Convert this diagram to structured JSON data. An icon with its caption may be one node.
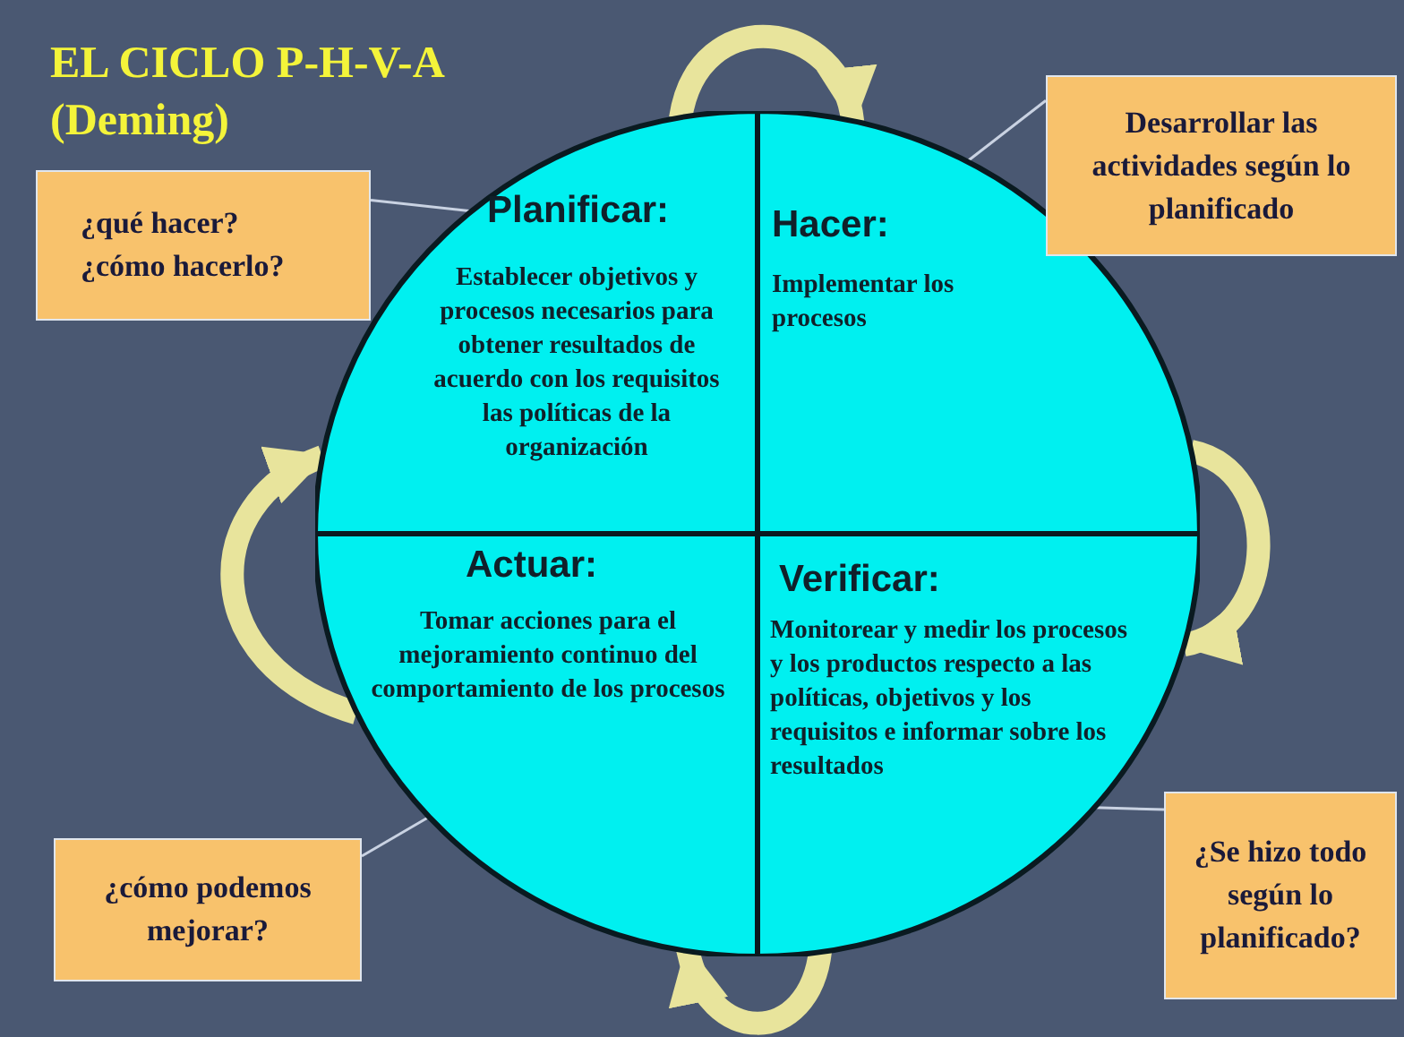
{
  "diagram": {
    "title": "EL CICLO P-H-V-A (Deming)",
    "nodes": [
      {
        "text": [
          "¿qué hacer? ¿cómo hacerlo?"
        ]
      },
      {
        "text": [
          "Planificar:",
          "Establecer objetivos y procesos necesarios para obtener resultados de acuerdo con los requisitos las políticas de la organización"
        ]
      },
      {
        "text": [
          "Hacer:",
          "Implementar los procesos"
        ]
      },
      {
        "text": [
          "Desarrollar las actividades según lo planificado"
        ]
      },
      {
        "text": [
          "Actuar:",
          "Tomar acciones para el mejoramiento continuo del comportamiento de los procesos"
        ]
      },
      {
        "text": [
          "Verificar:",
          "Monitorear y medir los procesos y los productos respecto a las políticas, objetivos y los requisitos e informar sobre los resultados"
        ]
      },
      {
        "text": [
          "¿cómo podemos mejorar?"
        ]
      },
      {
        "text": [
          "¿Se hizo todo según lo planificado?"
        ]
      }
    ],
    "edges": [
      {
        "from": 0,
        "to": 1,
        "arrow": "none"
      },
      {
        "from": 3,
        "to": 2,
        "arrow": "none"
      },
      {
        "from": 6,
        "to": 4,
        "arrow": "none"
      },
      {
        "from": 7,
        "to": 5,
        "arrow": "none"
      },
      {
        "from": 1,
        "to": 2,
        "arrow": "to",
        "style": "thick",
        "color": "#e8e49c"
      },
      {
        "from": 2,
        "to": 5,
        "arrow": "to",
        "style": "thick",
        "color": "#e8e49c"
      },
      {
        "from": 5,
        "to": 4,
        "arrow": "to",
        "style": "thick",
        "color": "#e8e49c"
      },
      {
        "from": 4,
        "to": 1,
        "arrow": "to",
        "style": "thick",
        "color": "#e8e49c"
      }
    ]
  }
}
